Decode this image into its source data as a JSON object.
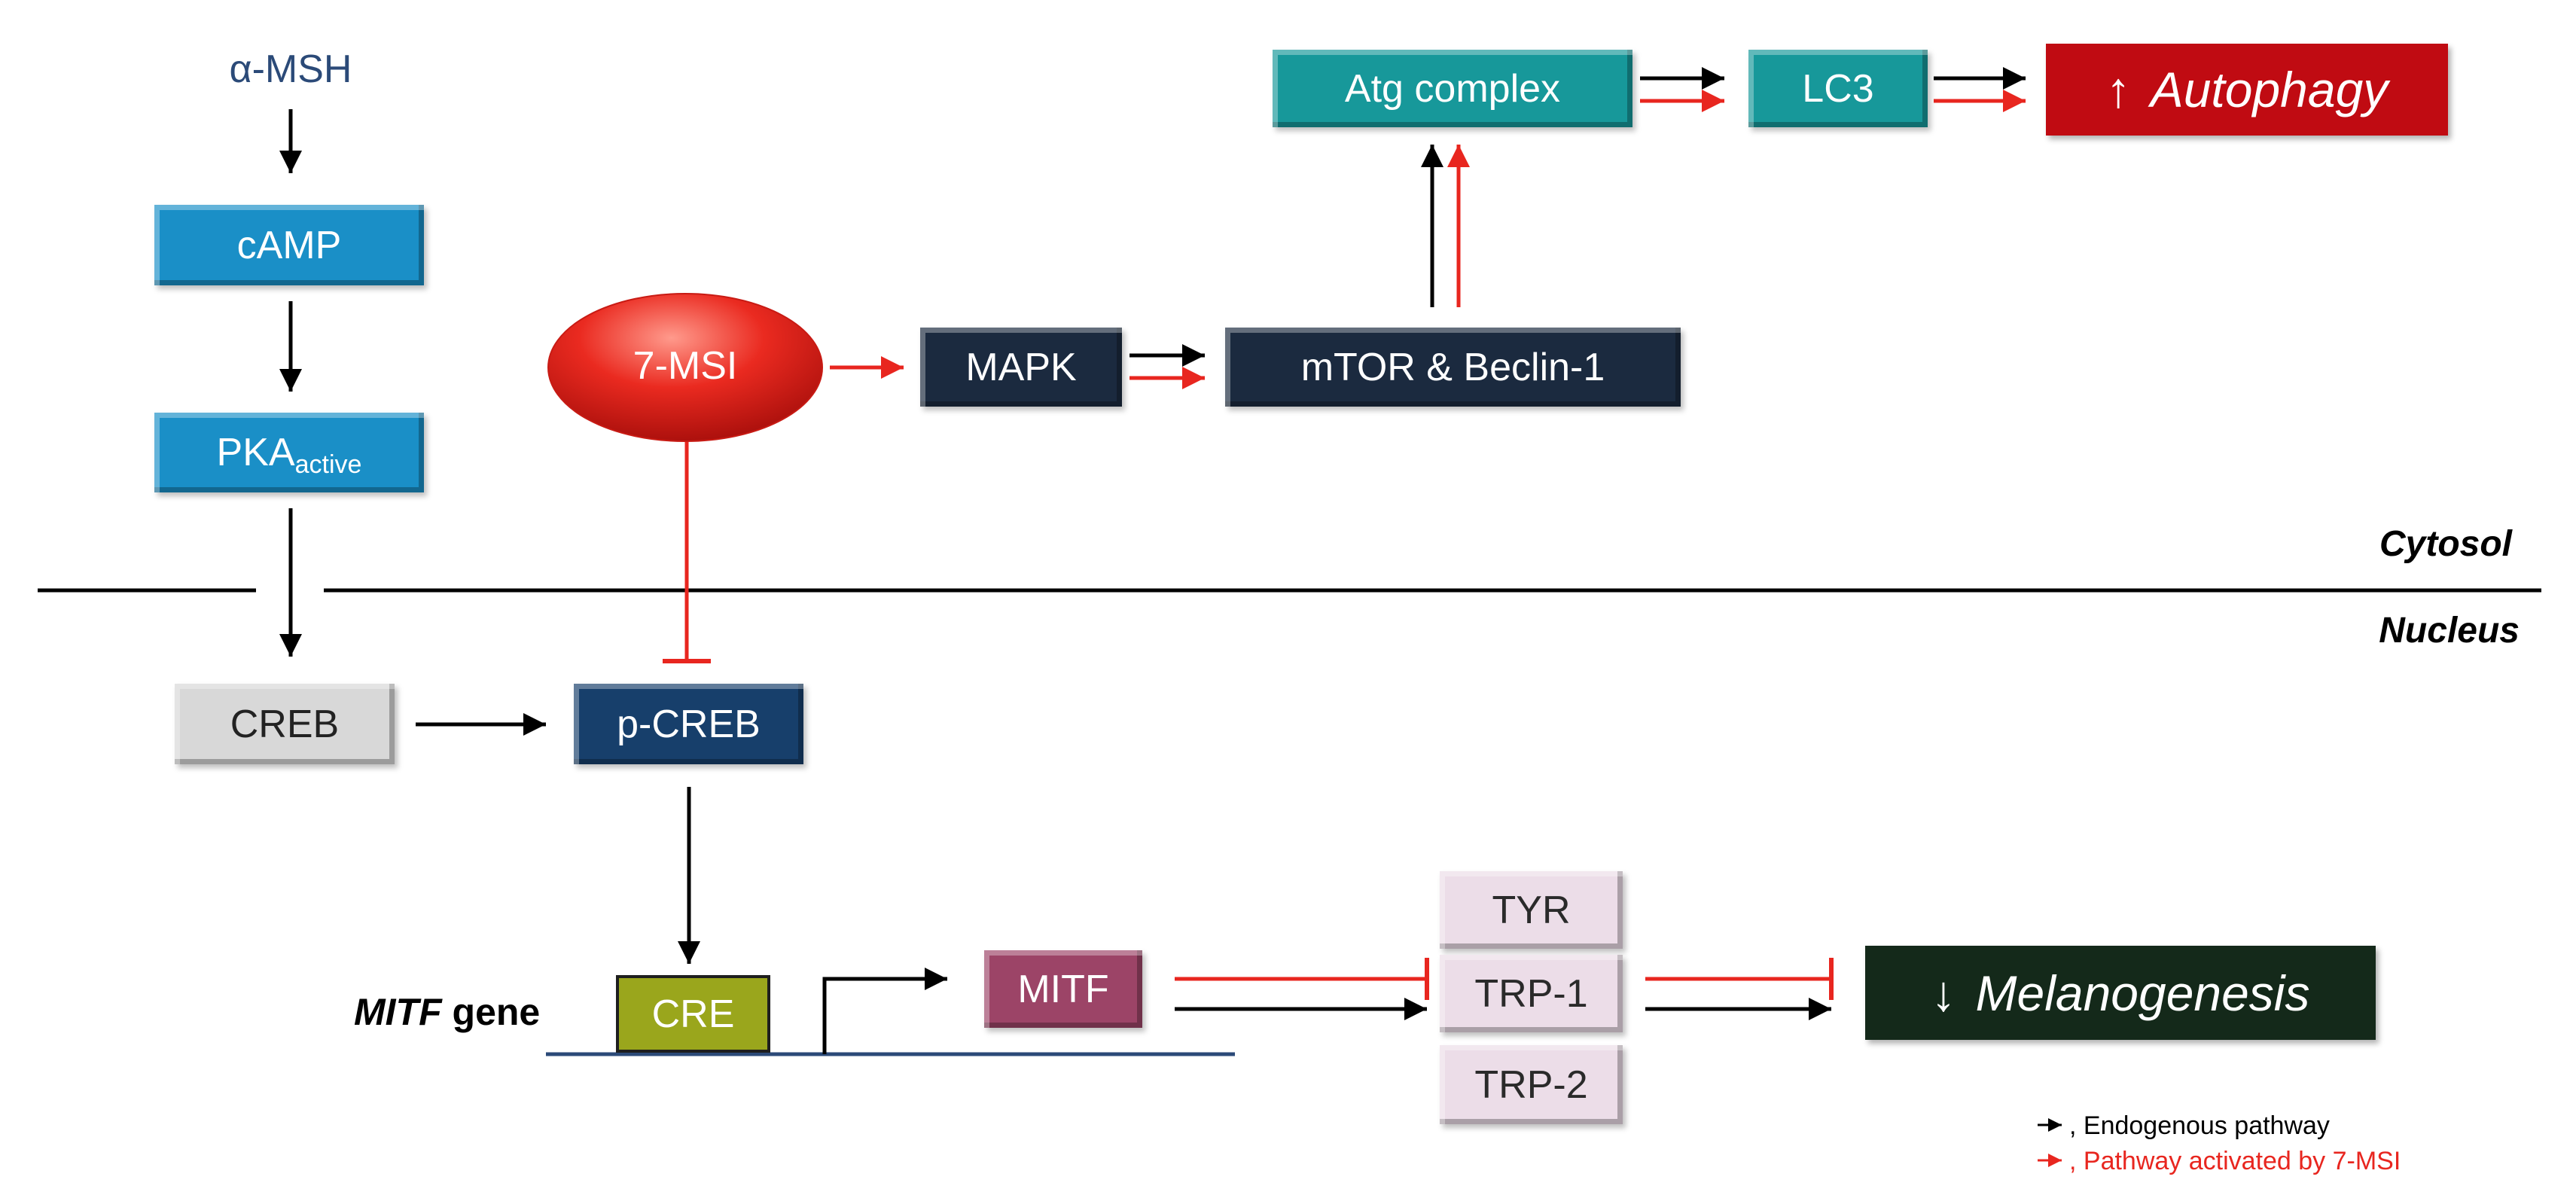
{
  "nodes": {
    "alpha_msh": "α-MSH",
    "camp": "cAMP",
    "pka": "PKA",
    "pka_sub": "active",
    "seven_msi": "7-MSI",
    "mapk": "MAPK",
    "mtor": "mTOR & Beclin-1",
    "atg": "Atg complex",
    "lc3": "LC3",
    "autophagy_arrow": "↑",
    "autophagy": "Autophagy",
    "creb": "CREB",
    "pcreb": "p-CREB",
    "mitf_gene_italic": "MITF",
    "mitf_gene_suffix": " gene",
    "cre": "CRE",
    "mitf": "MITF",
    "tyr": "TYR",
    "trp1": "TRP-1",
    "trp2": "TRP-2",
    "melanogenesis_arrow": "↓",
    "melanogenesis": "Melanogenesis"
  },
  "compartments": {
    "cytosol": "Cytosol",
    "nucleus": "Nucleus"
  },
  "legend": {
    "arrow_glyph": "→,",
    "endogenous": "Endogenous pathway",
    "activated": "Pathway activated by 7-MSI"
  },
  "colors": {
    "endogenous": "#000000",
    "activated": "#e8261f",
    "camp_pka_box": "#1a8fc7",
    "mapk_mtor_box": "#1b2a3f",
    "atg_lc3_box": "#17989a",
    "autophagy_box": "#c00b12",
    "creb_box": "#d8d8d8",
    "pcreb_box": "#173f6b",
    "cre_box": "#9aa61c",
    "mitf_box": "#9c4467",
    "enzyme_box": "#ecdde8",
    "melanogenesis_box": "#14291a",
    "msh_text": "#2b4a78"
  }
}
